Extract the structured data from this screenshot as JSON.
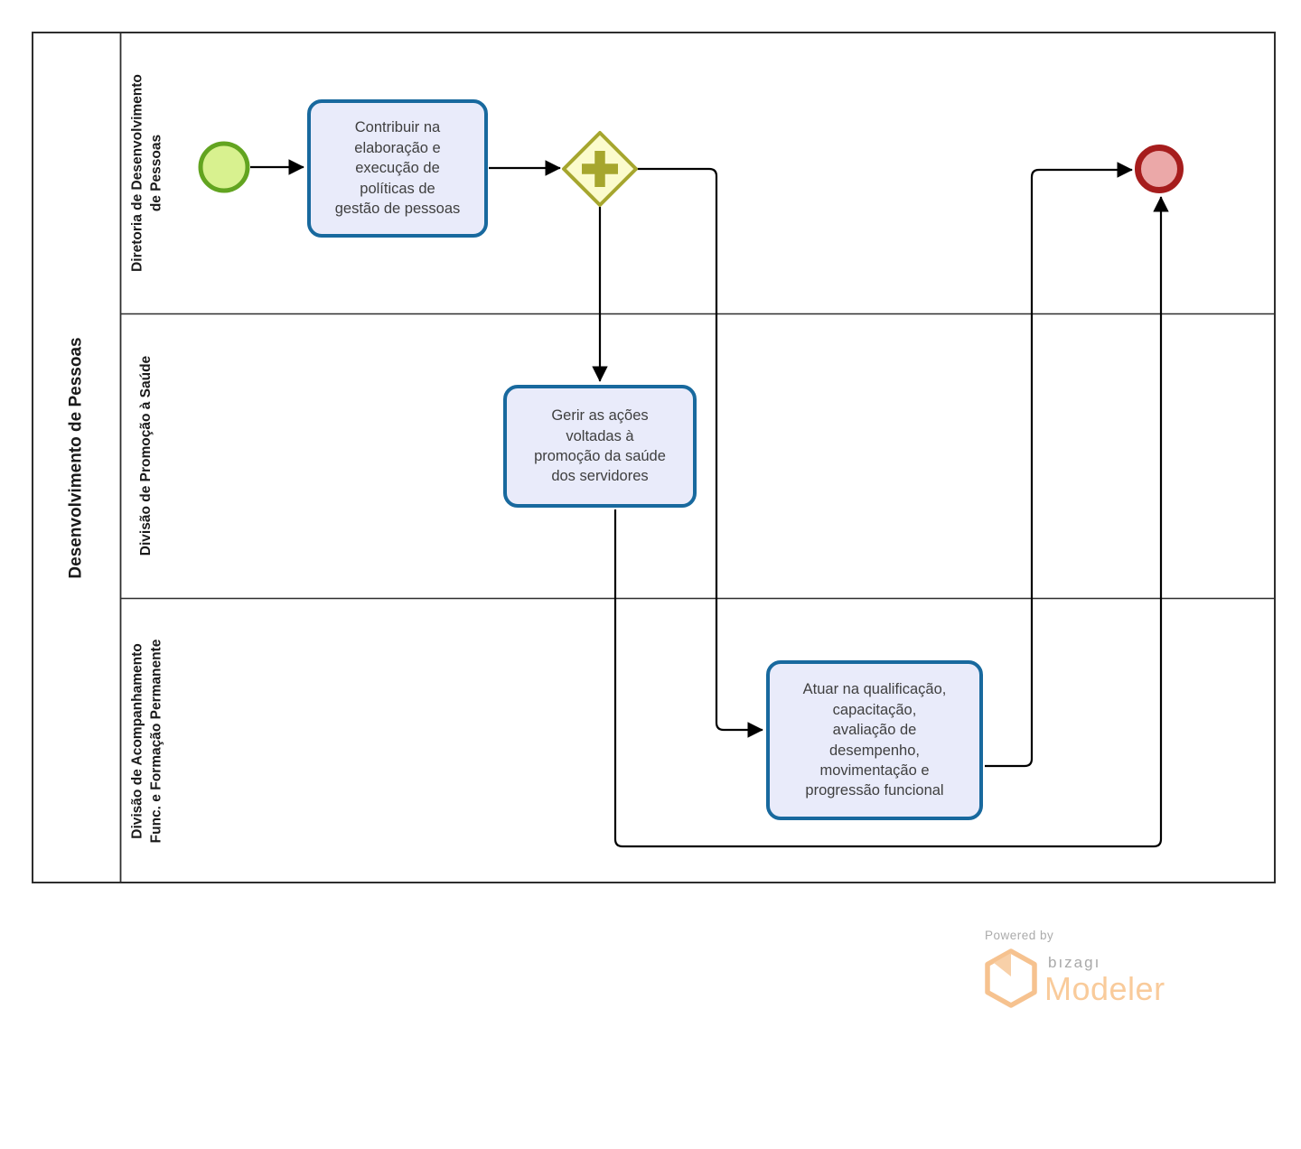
{
  "pool": {
    "title": "Desenvolvimento de Pessoas"
  },
  "lanes": [
    {
      "label_lines": [
        "Diretoria de Desenvolvimento",
        "de Pessoas"
      ]
    },
    {
      "label_lines": [
        "Divisão de Promoção à Saúde"
      ]
    },
    {
      "label_lines": [
        "Divisão de Acompanhamento",
        "Func. e Formação Permanente"
      ]
    }
  ],
  "nodes": {
    "start_event": {
      "type": "start-event"
    },
    "task1": {
      "lines": [
        "Contribuir na",
        "elaboração e",
        "execução de",
        "políticas de",
        "gestão de pessoas"
      ]
    },
    "gateway": {
      "type": "parallel-gateway",
      "symbol": "+"
    },
    "task2": {
      "lines": [
        "Gerir as ações",
        "voltadas à",
        "promoção da saúde",
        "dos servidores"
      ]
    },
    "task3": {
      "lines": [
        "Atuar na qualificação,",
        "capacitação,",
        "avaliação de",
        "desempenho,",
        "movimentação e",
        "progressão funcional"
      ]
    },
    "end_event": {
      "type": "end-event"
    }
  },
  "colors": {
    "task_border": "#18699E",
    "task_fill": "#E9EBFA",
    "gateway_stroke": "#A6A62E",
    "gateway_fill": "#FBFBCD",
    "start_stroke": "#62A420",
    "start_fill": "#D8F18F",
    "end_stroke": "#A61D1D",
    "end_fill": "#EBA8A8",
    "flow_line": "#000000",
    "brand_orange": "#F9CB9B",
    "brand_gray": "#A9A9A9"
  },
  "footer": {
    "powered_by": "Powered by",
    "brand": "bızagı",
    "product": "Modeler"
  }
}
